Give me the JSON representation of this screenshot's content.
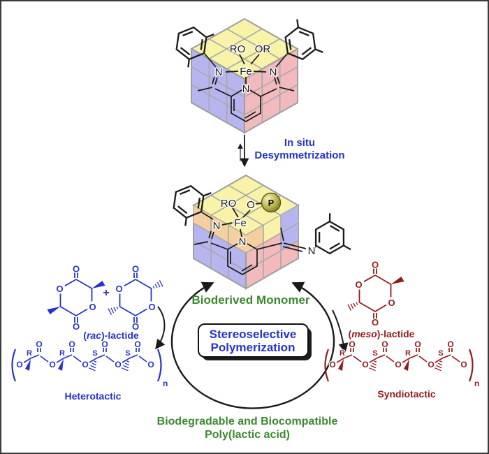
{
  "figure": {
    "top_complex": {
      "ro": "RO",
      "or": "OR",
      "fe": "Fe",
      "n_left": "N",
      "n_right": "N",
      "n_py": "N"
    },
    "transformation": {
      "line1": "In situ",
      "line2": "Desymmetrization"
    },
    "mid_complex": {
      "ro": "RO",
      "o": "O",
      "p": "P",
      "fe": "Fe",
      "n_left": "N",
      "n_py": "N",
      "n_right": "N"
    },
    "cycle": {
      "heading": "Bioderived Monomer",
      "box_line1": "Stereoselective",
      "box_line2": "Polymerization"
    },
    "rac_lactide": {
      "open": "(",
      "name": "rac",
      "close": ")-lactide",
      "plus": "+",
      "o": "O"
    },
    "meso_lactide": {
      "open": "(",
      "name": "meso",
      "close": ")-lactide",
      "o": "O"
    },
    "heterotactic": {
      "label": "Heterotactic",
      "o": "O",
      "stereo": [
        "R",
        "R",
        "S",
        "S"
      ],
      "sub": "n"
    },
    "syndiotactic": {
      "label": "Syndiotactic",
      "o": "O",
      "stereo": [
        "R",
        "S",
        "R",
        "S"
      ],
      "sub": "n"
    },
    "footer": {
      "line1": "Biodegradable and Biocompatible",
      "line2": "Poly(lactic acid)"
    }
  },
  "colors": {
    "blue": "#2633cc",
    "green": "#3c8a2f",
    "maroon": "#941a1a",
    "structure_black": "#1a1a1a",
    "cube_yellow": "#f8f3a8",
    "cube_lavender": "#b7b5ef",
    "cube_pink": "#f3babd",
    "cube_tan": "#f4cf9f",
    "cube_grid": "#a8a8a8",
    "p_sphere_dark": "#6b6b14",
    "frame_border": "#3a3a3a"
  }
}
